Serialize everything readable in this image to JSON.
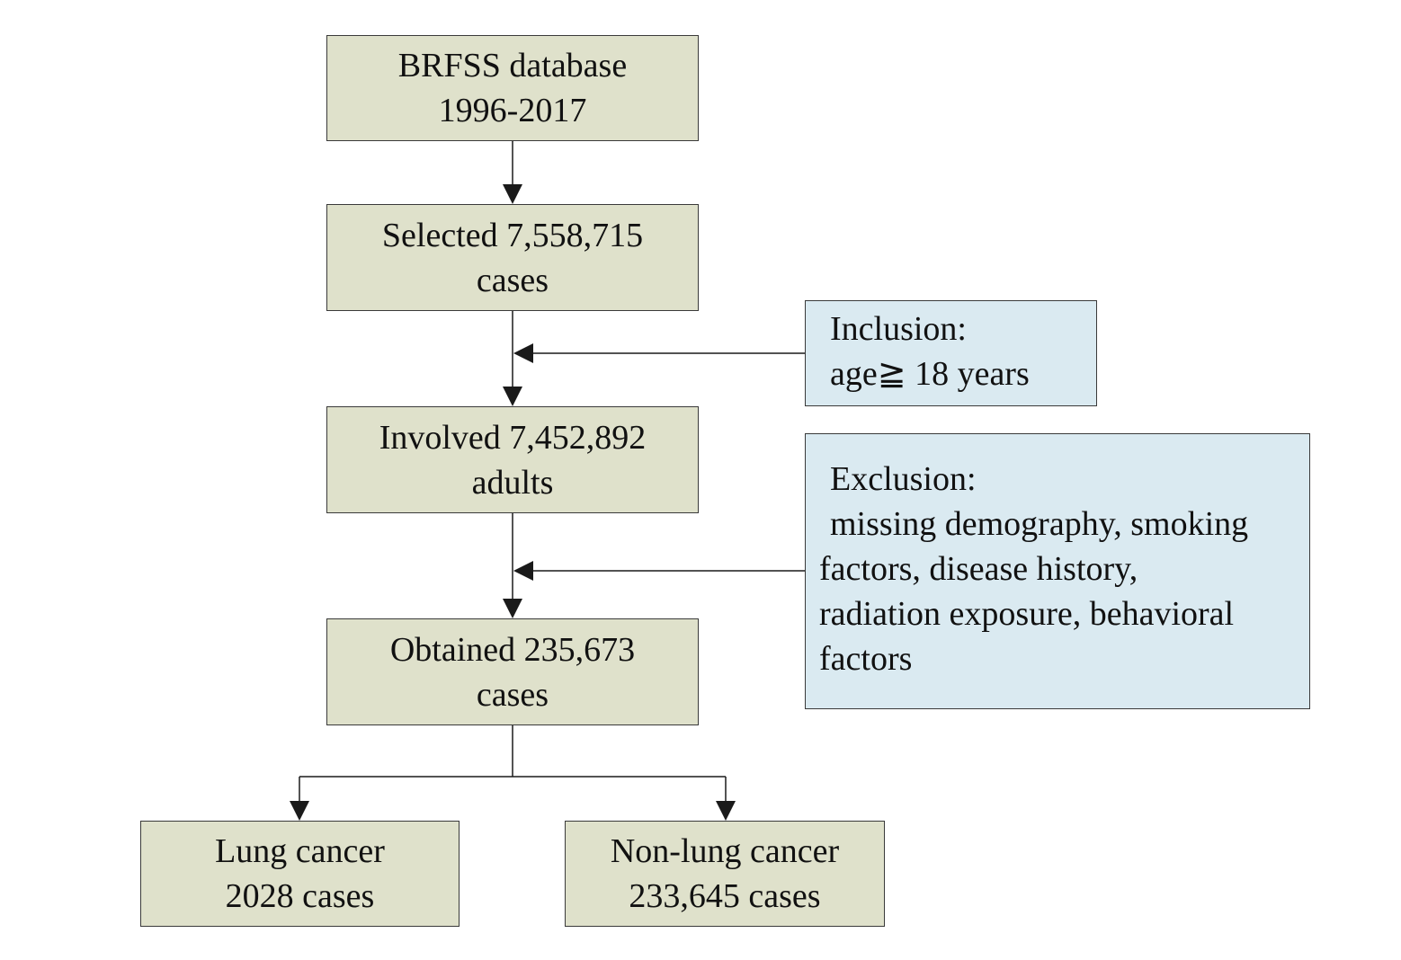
{
  "boxes": {
    "brfss": {
      "line1": "BRFSS database",
      "line2": "1996-2017"
    },
    "selected": {
      "line1": "Selected 7,558,715",
      "line2": "cases"
    },
    "involved": {
      "line1": "Involved 7,452,892",
      "line2": "adults"
    },
    "obtained": {
      "line1": "Obtained 235,673",
      "line2": "cases"
    },
    "lung": {
      "line1": "Lung cancer",
      "line2": "2028 cases"
    },
    "nonlung": {
      "line1": "Non-lung cancer",
      "line2": "233,645 cases"
    },
    "inclusion": {
      "line1": "Inclusion:",
      "line2": "age≧ 18 years"
    },
    "exclusion": {
      "line1": "Exclusion:",
      "line2": "missing demography, smoking",
      "line3": "factors, disease history,",
      "line4": "radiation exposure, behavioral",
      "line5": "factors"
    }
  },
  "colors": {
    "main_box_fill": "#dfe1cb",
    "side_box_fill": "#daeaf1",
    "border": "#3a3a3a",
    "arrow": "#1a1a1a"
  }
}
